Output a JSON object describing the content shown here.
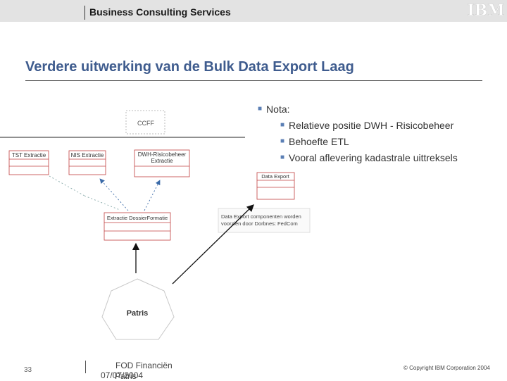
{
  "header": {
    "company": "Business Consulting Services",
    "logo": "IBM"
  },
  "slide": {
    "title": "Verdere uitwerking van de Bulk Data Export Laag"
  },
  "diagram": {
    "top_box": "CCFF",
    "boxes": [
      "TST Extractie",
      "NIS Extractie",
      "DWH-Risicobeheer",
      "Extractie"
    ],
    "middle_box": "Extractie DossierFormatie",
    "data_export_box": "Data Export",
    "note_line1": "Data Export componenten worden",
    "note_line2": "voorzien door Dorbnes: FedCom",
    "node_label": "Patris"
  },
  "notes": {
    "heading": "Nota:",
    "items": [
      "Relatieve positie DWH - Risicobeheer",
      "Behoefte ETL",
      "Vooral aflevering kadastrale uittreksels"
    ]
  },
  "footer": {
    "page": "33",
    "organization": "FOD Financiën",
    "date": "07/07/2004",
    "overlap_text": "Patris",
    "copyright": "© Copyright IBM Corporation 2004"
  }
}
